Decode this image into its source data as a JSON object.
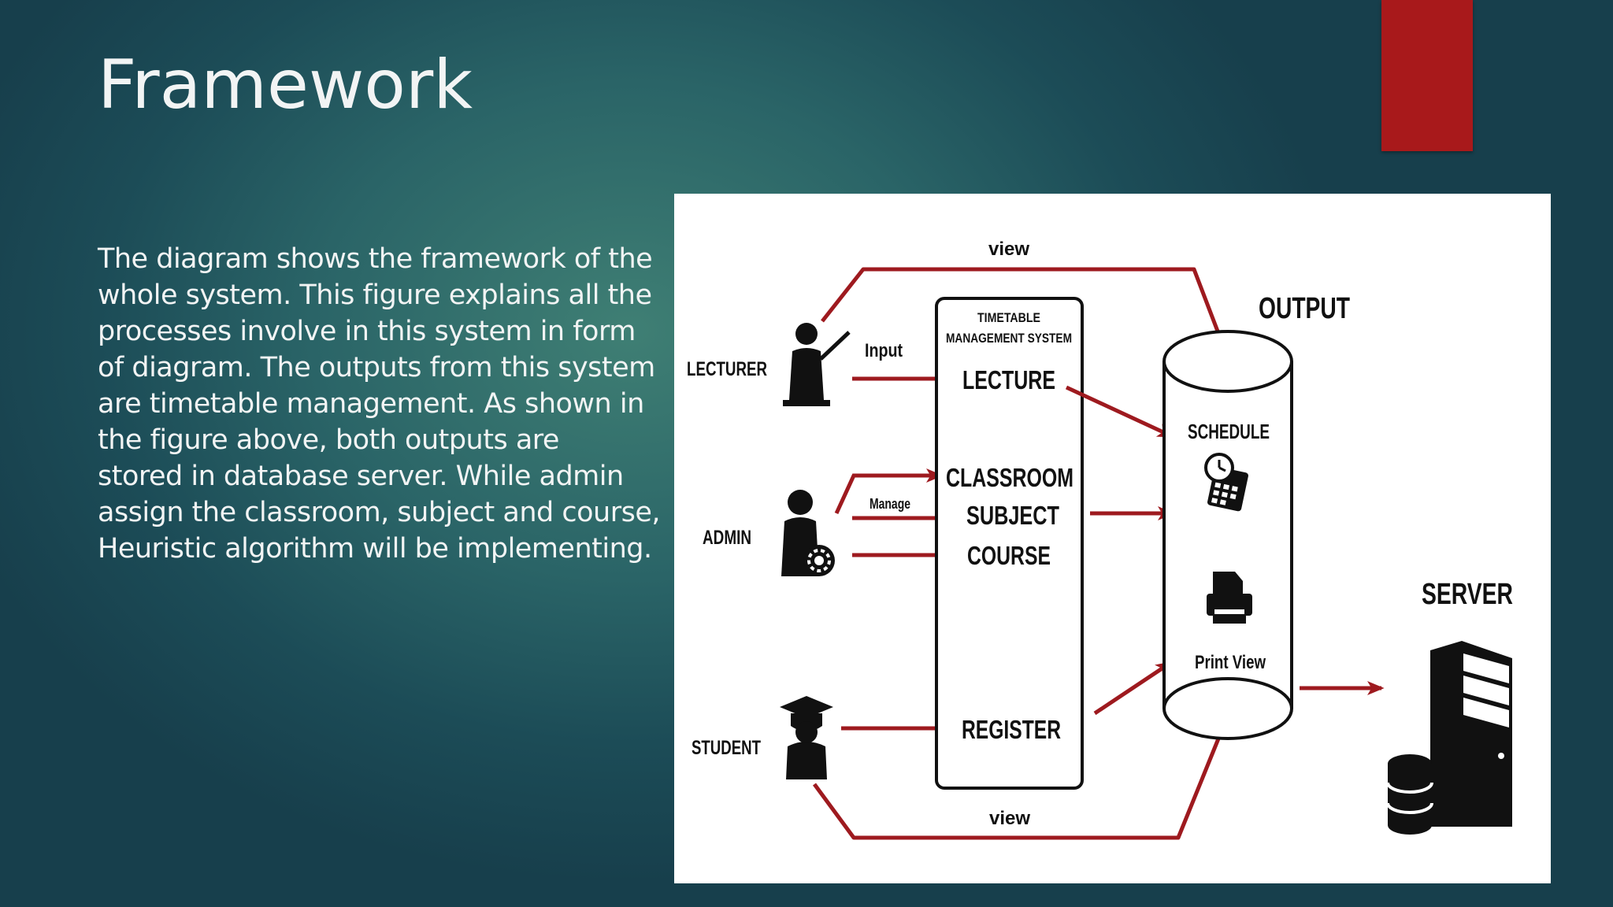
{
  "slide": {
    "title": "Framework",
    "body_lines": [
      "The diagram shows the framework of the",
      "whole system. This figure explains all the",
      "processes involve in this system in form",
      "of diagram. The outputs from this system",
      "are timetable management. As shown in",
      "the figure above, both outputs are",
      "stored in database server. While admin",
      "assign the classroom, subject and course,",
      "Heuristic algorithm will be implementing."
    ]
  },
  "colors": {
    "accent_bar": "#a8191b",
    "arrow": "#9e1a1f",
    "title_text": "#f2f4f4"
  },
  "diagram": {
    "actors": {
      "lecturer": "LECTURER",
      "admin": "ADMIN",
      "student": "STUDENT"
    },
    "arrow_labels": {
      "view_top": "view",
      "input": "Input",
      "manage": "Manage",
      "view_bottom": "view"
    },
    "system": {
      "title_line1": "TIMETABLE",
      "title_line2": "MANAGEMENT SYSTEM",
      "modules": {
        "lecture": "LECTURE",
        "classroom": "CLASSROOM",
        "subject": "SUBJECT",
        "course": "COURSE",
        "register": "REGISTER"
      }
    },
    "output": {
      "title": "OUTPUT",
      "schedule": "SCHEDULE",
      "print_view": "Print View"
    },
    "server": {
      "title": "SERVER"
    },
    "icons": [
      "lecturer-icon",
      "admin-gear-icon",
      "student-graduate-icon",
      "clock-calendar-icon",
      "printer-icon",
      "server-icon",
      "database-icon"
    ]
  }
}
